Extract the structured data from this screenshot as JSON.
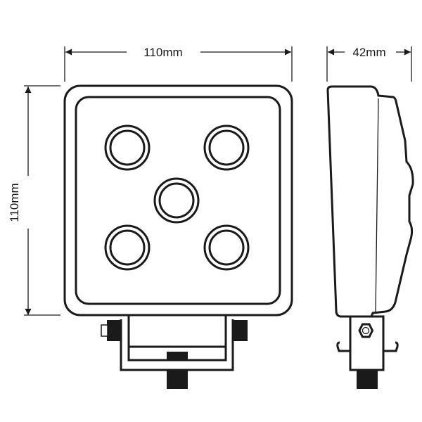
{
  "dimensions": {
    "width_label": "110mm",
    "height_label": "110mm",
    "depth_label": "42mm"
  },
  "views": {
    "front": {
      "led_count": 5
    },
    "side": {}
  },
  "colors": {
    "line": "#1a1a1a",
    "background": "#ffffff"
  }
}
